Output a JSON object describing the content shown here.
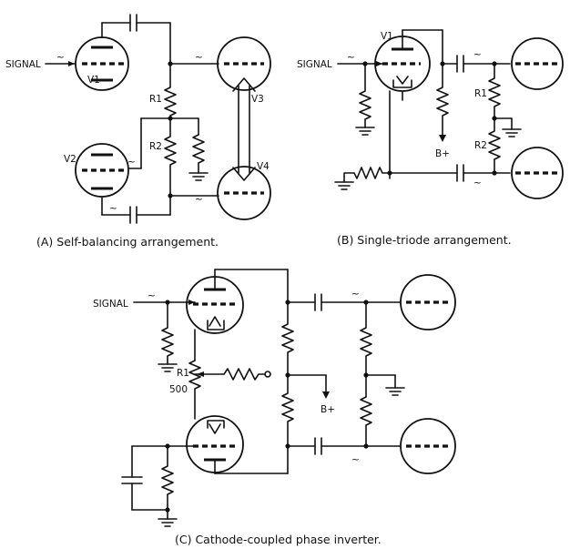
{
  "diagram_a": {
    "caption": "(A) Self-balancing arrangement.",
    "signal": "SIGNAL",
    "v1": "V1",
    "v2": "V2",
    "v3": "V3",
    "v4": "V4",
    "r1": "R1",
    "r2": "R2"
  },
  "diagram_b": {
    "caption": "(B) Single-triode arrangement.",
    "signal": "SIGNAL",
    "v1": "V1",
    "bplus": "B+",
    "r1": "R1",
    "r2": "R2"
  },
  "diagram_c": {
    "caption": "(C) Cathode-coupled phase inverter.",
    "signal": "SIGNAL",
    "r1": "R1",
    "r1_value": "500",
    "bplus": "B+"
  },
  "symbols": {
    "ac": "~"
  }
}
